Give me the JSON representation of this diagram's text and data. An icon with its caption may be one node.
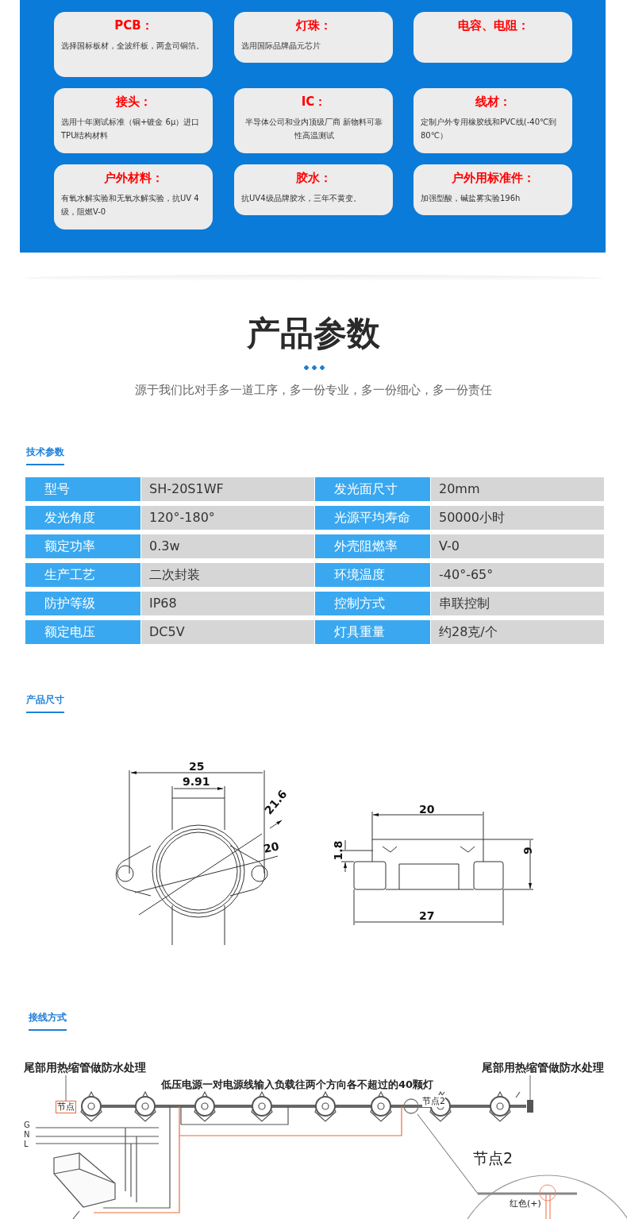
{
  "diagram": {
    "title": "产品参数",
    "nodes": [
      {
        "text": [
          "PCB：",
          "选择国标板材，全波纤板，两盒司铜箔。"
        ]
      },
      {
        "text": [
          "灯珠：",
          "选用国际品牌晶元芯片"
        ]
      },
      {
        "text": [
          "电容、电阻："
        ]
      },
      {
        "text": [
          "接头：",
          "选用十年测试标准（铜+镀金 6μ）进口TPU结构材料"
        ]
      },
      {
        "text": [
          "IC：",
          "半导体公司和业内顶级厂商 新物料可靠性高温测试"
        ]
      },
      {
        "text": [
          "线材：",
          "定制户外专用橡胶线和PVC线(-40℃到80℃）"
        ]
      },
      {
        "text": [
          "户外材料：",
          "有氧水解实验和无氧水解实验，抗UV 4级，阻燃V-0"
        ]
      },
      {
        "text": [
          "胶水：",
          "抗UV4级品牌胶水，三年不黄变。"
        ]
      },
      {
        "text": [
          "户外用标准件：",
          "加强型酸，碱盐雾实验196h"
        ]
      },
      {
        "text": [
          "尾部用热缩管做防水处理"
        ]
      },
      {
        "text": [
          "节点"
        ]
      },
      {
        "text": [
          "尾部用热缩管做防水处理"
        ]
      },
      {
        "text": [],
        "shape": "circle",
        "beside": [
          "节点2"
        ]
      },
      {
        "text": [
          "节点2",
          "红色(+)"
        ]
      },
      {
        "text": [],
        "shape": "box"
      }
    ],
    "edges": [
      {
        "from": 9,
        "to": 10,
        "arrow": "none"
      },
      {
        "from": 11,
        "to": 14,
        "arrow": "none"
      },
      {
        "from": 12,
        "to": 13,
        "arrow": "none"
      }
    ],
    "labels": [
      "源于我们比对手多一道工序，多一份专业，多一份细心，多一份责任",
      "技术参数",
      "型号",
      "SH-20S1WF",
      "发光面尺寸",
      "20mm",
      "发光角度",
      "120°-180°",
      "光源平均寿命",
      "50000小时",
      "额定功率",
      "0.3w",
      "外壳阻燃率",
      "V-0",
      "生产工艺",
      "二次封装",
      "环境温度",
      "-40°-65°",
      "防护等级",
      "IP68",
      "控制方式",
      "串联控制",
      "额定电压",
      "DC5V",
      "灯具重量",
      "约28克/个",
      "产品尺寸",
      "25",
      "9.91",
      "21.6",
      "20",
      "20",
      "1.8",
      "9",
      "27",
      "接线方式",
      "低压电源一对电源线输入负载往两个方向各不超过的40颗灯",
      "G",
      "N",
      "L"
    ]
  }
}
